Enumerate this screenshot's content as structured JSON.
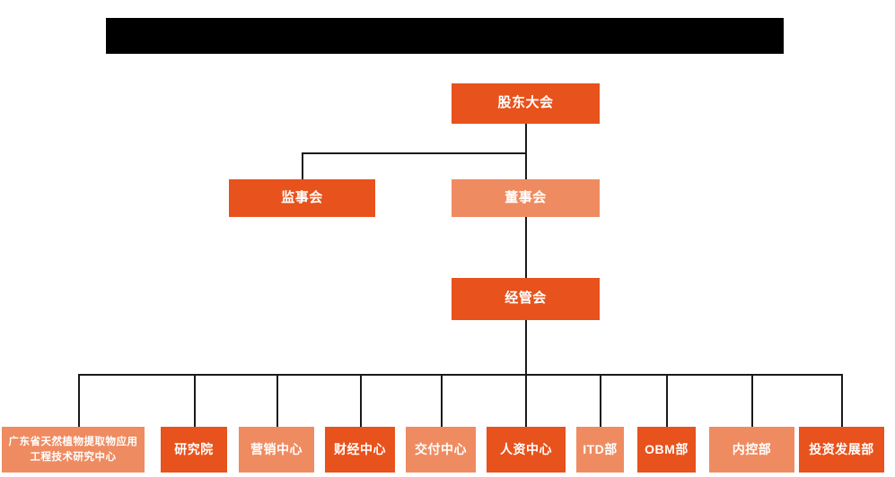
{
  "page": {
    "title_bar": "",
    "background_color": "#ffffff",
    "colors": {
      "dark_orange": "#E8521C",
      "light_orange": "#EF8B61",
      "connector": "#1a1a1a",
      "title_bar": "#000000",
      "text": "#ffffff"
    }
  },
  "chart_data": {
    "type": "diagram",
    "subtype": "org-chart",
    "title": "",
    "levels": [
      {
        "level": 1,
        "nodes": [
          {
            "id": "shareholders",
            "label": "股东大会",
            "style": "dark"
          }
        ]
      },
      {
        "level": 2,
        "nodes": [
          {
            "id": "supervisors",
            "label": "监事会",
            "style": "dark"
          },
          {
            "id": "directors",
            "label": "董事会",
            "style": "light"
          }
        ]
      },
      {
        "level": 3,
        "nodes": [
          {
            "id": "management",
            "label": "经管会",
            "style": "dark"
          }
        ]
      },
      {
        "level": 4,
        "nodes": [
          {
            "id": "gd-center",
            "label": "广东省天然植物提取物应用工程技术研究中心",
            "style": "light"
          },
          {
            "id": "research-institute",
            "label": "研究院",
            "style": "dark"
          },
          {
            "id": "marketing-center",
            "label": "营销中心",
            "style": "light"
          },
          {
            "id": "finance-center",
            "label": "财经中心",
            "style": "dark"
          },
          {
            "id": "delivery-center",
            "label": "交付中心",
            "style": "light"
          },
          {
            "id": "hr-center",
            "label": "人资中心",
            "style": "dark"
          },
          {
            "id": "itd-dept",
            "label": "ITD部",
            "style": "light"
          },
          {
            "id": "obm-dept",
            "label": "OBM部",
            "style": "dark"
          },
          {
            "id": "internal-control-dept",
            "label": "内控部",
            "style": "light"
          },
          {
            "id": "investment-dev-dept",
            "label": "投资发展部",
            "style": "dark"
          }
        ]
      }
    ],
    "edges": [
      {
        "from": "shareholders",
        "to": "supervisors"
      },
      {
        "from": "shareholders",
        "to": "directors"
      },
      {
        "from": "directors",
        "to": "management"
      },
      {
        "from": "management",
        "to": "gd-center"
      },
      {
        "from": "management",
        "to": "research-institute"
      },
      {
        "from": "management",
        "to": "marketing-center"
      },
      {
        "from": "management",
        "to": "finance-center"
      },
      {
        "from": "management",
        "to": "delivery-center"
      },
      {
        "from": "management",
        "to": "hr-center"
      },
      {
        "from": "management",
        "to": "itd-dept"
      },
      {
        "from": "management",
        "to": "obm-dept"
      },
      {
        "from": "management",
        "to": "internal-control-dept"
      },
      {
        "from": "management",
        "to": "investment-dev-dept"
      }
    ]
  }
}
